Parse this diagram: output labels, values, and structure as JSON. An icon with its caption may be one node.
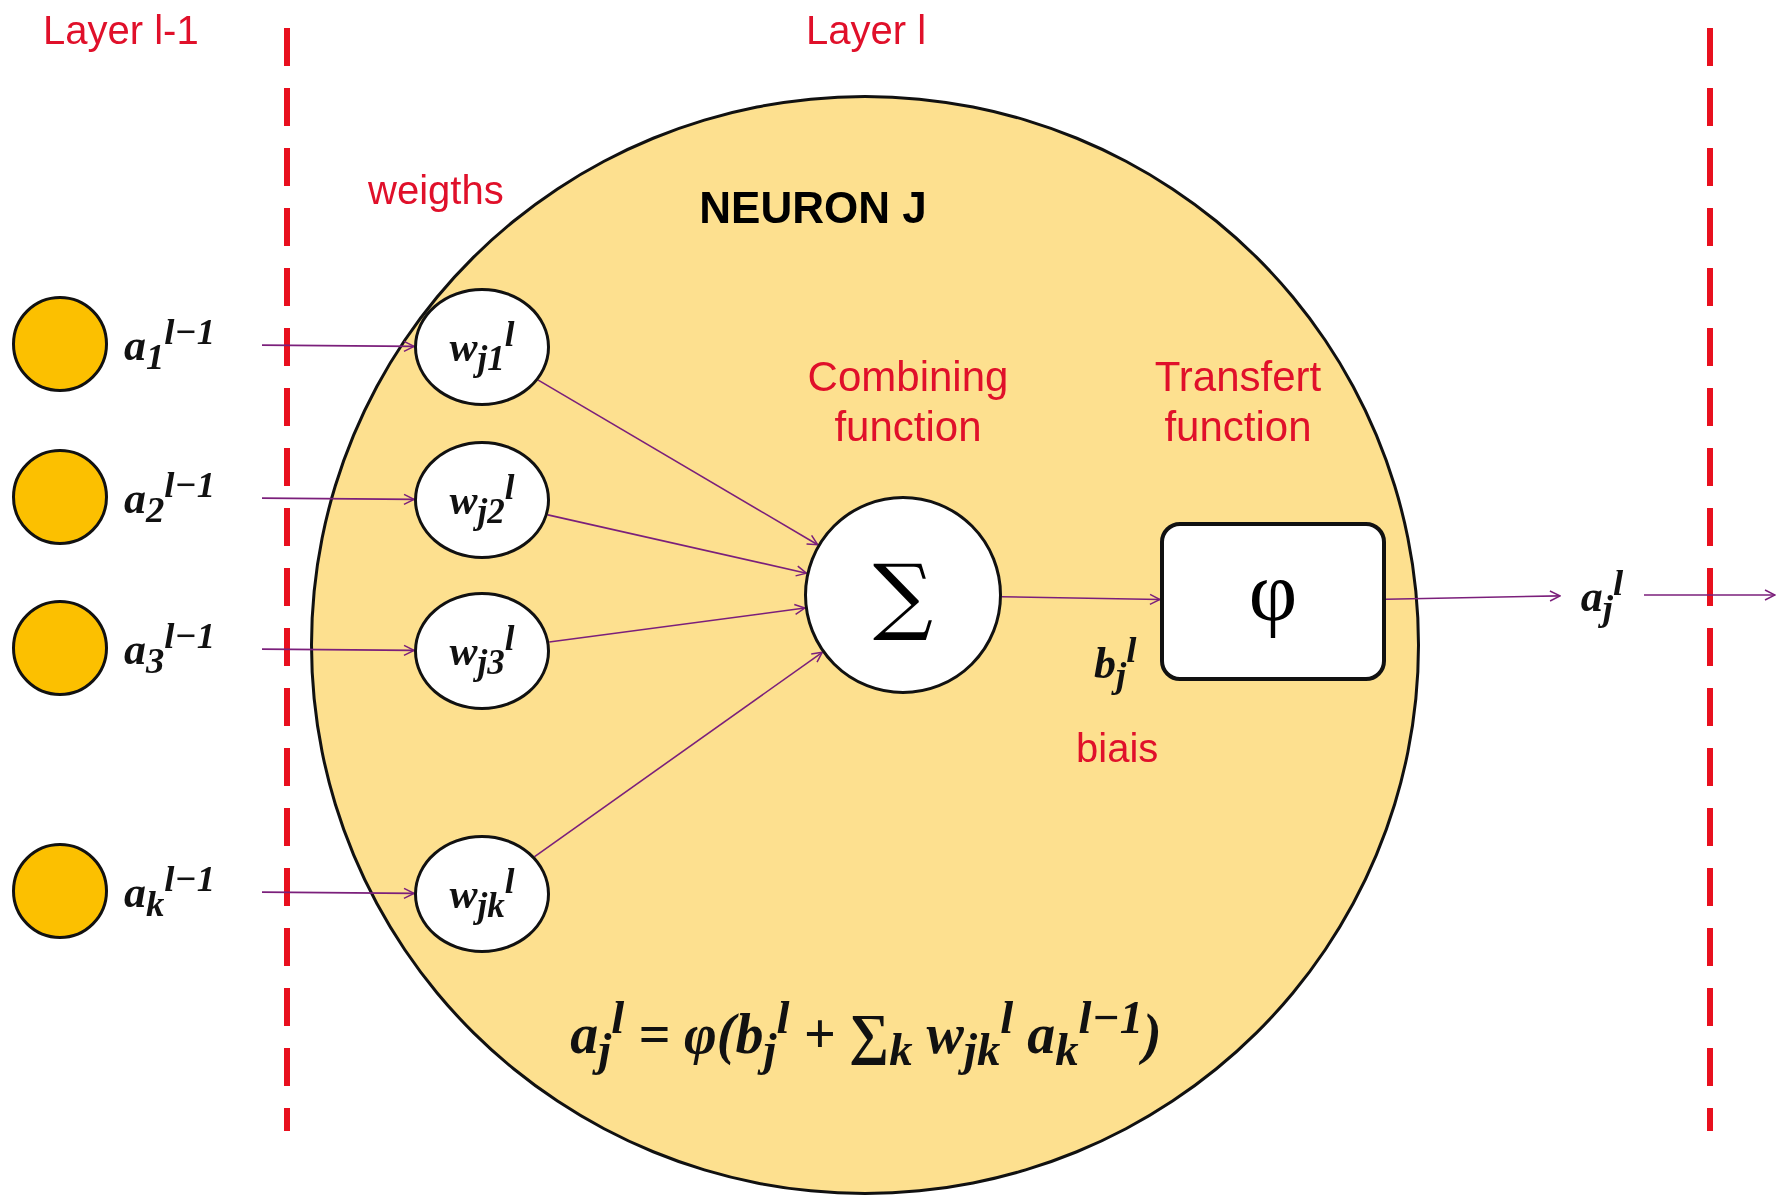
{
  "diagram": {
    "nodes": [
      {
        "text": [
          "NEURON J"
        ]
      },
      {
        "text": [],
        "shape": "circle",
        "beside": [
          "a$_{1}$$^{l−1}$"
        ]
      },
      {
        "text": [],
        "shape": "circle",
        "beside": [
          "a$_{2}$$^{l−1}$"
        ]
      },
      {
        "text": [],
        "shape": "circle",
        "beside": [
          "a$_{3}$$^{l−1}$"
        ]
      },
      {
        "text": [],
        "shape": "circle",
        "beside": [
          "a$_{k}$$^{l−1}$"
        ]
      },
      {
        "text": [
          "w$_{j1}$$^{l}$"
        ],
        "in": 0
      },
      {
        "text": [
          "w$_{j2}$$^{l}$"
        ],
        "in": 0
      },
      {
        "text": [
          "w$_{j3}$$^{l}$"
        ],
        "in": 0
      },
      {
        "text": [
          "w$_{jk}$$^{l}$"
        ],
        "in": 0
      },
      {
        "text": [
          "∑"
        ],
        "in": 0
      },
      {
        "text": [
          "φ"
        ],
        "in": 0
      },
      {
        "text": [
          "a$_{j}$$^{l}$"
        ]
      }
    ],
    "edges": [
      {
        "from": 1,
        "to": 5,
        "arrow": "to"
      },
      {
        "from": 2,
        "to": 6,
        "arrow": "to"
      },
      {
        "from": 3,
        "to": 7,
        "arrow": "to"
      },
      {
        "from": 4,
        "to": 8,
        "arrow": "to"
      },
      {
        "from": 5,
        "to": 9,
        "arrow": "to"
      },
      {
        "from": 6,
        "to": 9,
        "arrow": "to"
      },
      {
        "from": 7,
        "to": 9,
        "arrow": "to"
      },
      {
        "from": 8,
        "to": 9,
        "arrow": "to"
      },
      {
        "from": 9,
        "to": 10,
        "arrow": "to"
      },
      {
        "from": 10,
        "to": 11,
        "arrow": "to"
      },
      {
        "from": 11,
        "to": null,
        "arrow": "to"
      }
    ],
    "labels": [
      "Layer l-1",
      "Layer l",
      "weigths",
      "Combining function",
      "Transfert function",
      "b$_{j}$$^{l}$",
      "biais",
      "a$_{j}$$^{l}$ = φ(b$_{j}$$^{l}$ + ∑$_{k}$ w$_{jk}$$^{l}$ a$_{k}$$^{l−1}$)"
    ]
  }
}
